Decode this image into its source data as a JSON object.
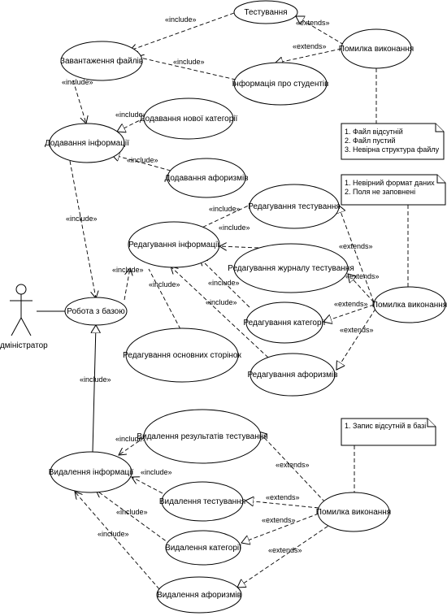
{
  "actor": {
    "label": "Адміністратор"
  },
  "use_cases": {
    "testing": "Тестування",
    "load_files": "Завантаження файлів",
    "error1": "Помилка виконання",
    "student_info": "Інформація про студентів",
    "add_info": "Додавання інформації",
    "add_category": "Додавання нової категорії",
    "add_aphorisms": "Додавання афоризмів",
    "db_work": "Робота з базою",
    "edit_info": "Редагування інформації",
    "edit_testing": "Редагування тестування",
    "edit_journal": "Редагування журналу тестування",
    "edit_category": "Редагування категорії",
    "edit_aphorisms": "Редагування афоризмів",
    "edit_main_pages": "Редагування основних сторінок",
    "error2": "Помилка виконання",
    "del_info": "Видалення інформації",
    "del_results": "Видалення результатів тестування",
    "del_testing": "Видалення тестування",
    "del_category": "Видалення категорії",
    "del_aphorisms": "Видалення афоризмів",
    "error3": "Помилка виконання"
  },
  "relations": {
    "include": "«include»",
    "extends": "«extends»"
  },
  "notes": {
    "note1": [
      "1. Файл відсутній",
      "2. Файл пустий",
      "3. Невірна структура файлу"
    ],
    "note2": [
      "1. Невірний формат даних",
      "2. Поля не заповнені"
    ],
    "note3": [
      "1. Запис відсутній в базі"
    ]
  }
}
